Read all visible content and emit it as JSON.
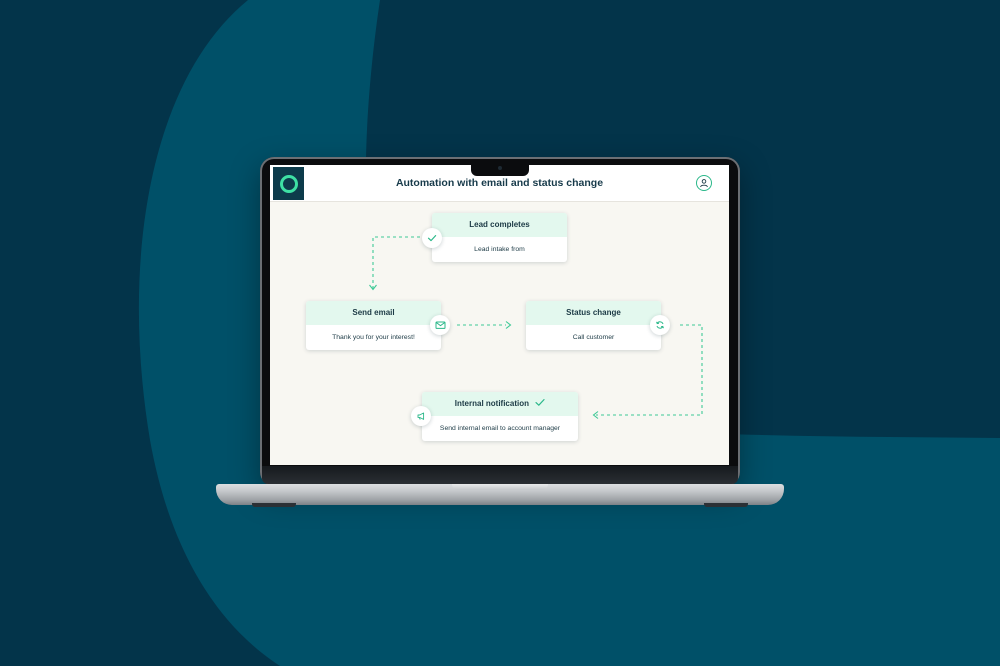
{
  "header": {
    "title": "Automation with email and status change",
    "logo_icon": "chat-bubble-icon",
    "user_icon": "user-icon"
  },
  "steps": {
    "lead": {
      "title": "Lead completes",
      "detail": "Lead intake from",
      "icon": "check-icon"
    },
    "email": {
      "title": "Send email",
      "detail": "Thank you for your interest!",
      "icon": "envelope-icon"
    },
    "status": {
      "title": "Status change",
      "detail": "Call customer",
      "icon": "refresh-icon"
    },
    "notification": {
      "title": "Internal notification",
      "detail": "Send internal email to account manager",
      "icon": "megaphone-icon",
      "status_icon": "check-icon"
    }
  },
  "colors": {
    "background": "#03344a",
    "background_shape": "#005068",
    "accent": "#2bb88a",
    "card_header": "#e3f8ee",
    "text": "#1c3a45"
  }
}
